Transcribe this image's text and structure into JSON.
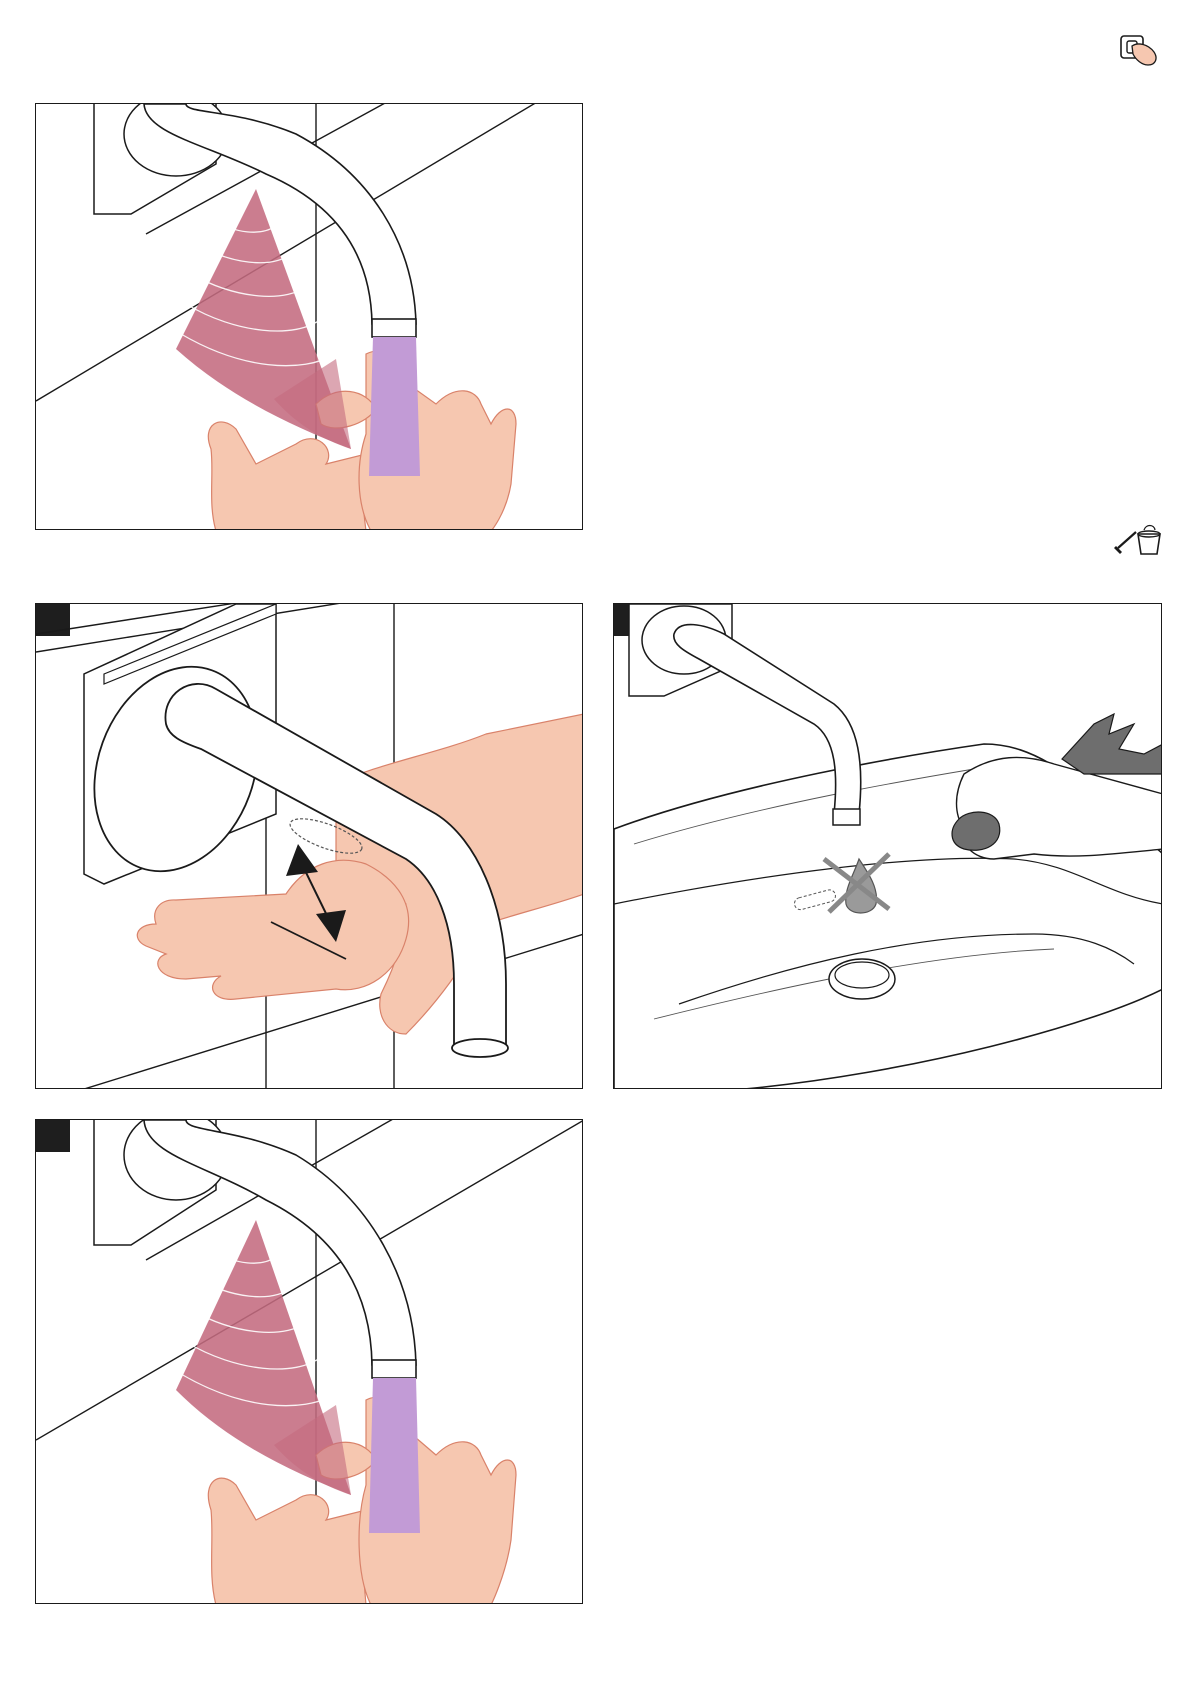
{
  "page": {
    "type": "installation/usage manual page",
    "background": "#ffffff"
  },
  "icons": {
    "top_right": "hand-pressing-switch-icon",
    "mid_right": "cleaning-brush-bucket-icon"
  },
  "panels": [
    {
      "id": "panel-1",
      "scene": "hands-under-sensor-faucet-water-flow",
      "step_marker": false
    },
    {
      "id": "panel-2",
      "scene": "hand-distance-from-spout-sensor",
      "step_marker": true
    },
    {
      "id": "panel-3",
      "scene": "clean-basin-with-cloth-no-water",
      "step_marker": true
    },
    {
      "id": "panel-4",
      "scene": "hands-under-sensor-faucet-water-flow",
      "step_marker": true
    }
  ],
  "colors": {
    "outline": "#1a1a1a",
    "skin": "#f6c7b0",
    "skin_line": "#d9826a",
    "sensor_cone": "#c46b7f",
    "water": "#c29bd6",
    "cloth": "#6e6e6e",
    "drop": "#9a9a9a"
  }
}
